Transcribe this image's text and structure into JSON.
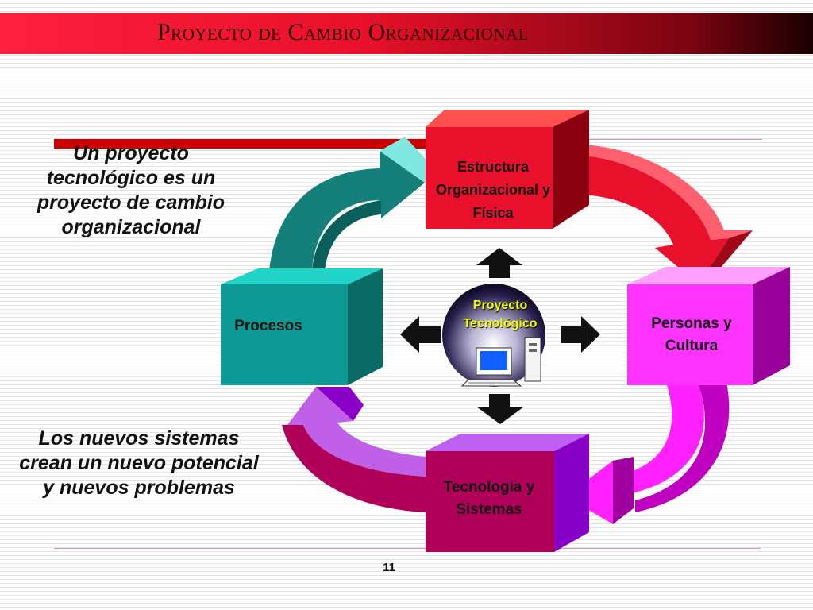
{
  "slide": {
    "title": "Proyecto de Cambio Organizacional",
    "left_text_top": "Un proyecto tecnológico es un proyecto de cambio organizacional",
    "left_text_bottom": "Los nuevos sistemas crean un nuevo potencial y nuevos problemas",
    "page_number": "11"
  },
  "diagram": {
    "center": {
      "label": "Proyecto Tecnológico",
      "icon": "computer-icon"
    },
    "boxes": {
      "top": {
        "label": "Estructura Organizacional y Física",
        "color": "#e8102a"
      },
      "right": {
        "label": "Personas y Cultura",
        "color": "#ff33ff"
      },
      "bottom": {
        "label": "Tecnología y Sistemas",
        "color": "#b0005a"
      },
      "left": {
        "label": "Procesos",
        "color": "#0e9a94"
      }
    }
  },
  "colors": {
    "title_bar": "#e8102a",
    "rule": "#cc0000"
  }
}
